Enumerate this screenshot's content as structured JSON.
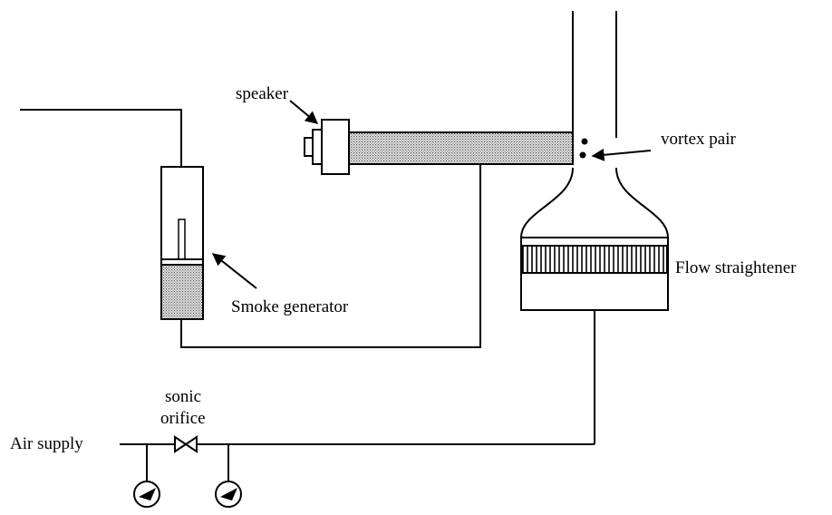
{
  "labels": {
    "speaker": "speaker",
    "vortex_pair": "vortex pair",
    "flow_straightener": "Flow straightener",
    "smoke_generator": "Smoke generator",
    "sonic": "sonic",
    "orifice": "orifice",
    "air_supply": "Air supply"
  },
  "colors": {
    "stroke": "#000000",
    "background": "#ffffff",
    "stipple_fill": "#b8b8b8"
  }
}
